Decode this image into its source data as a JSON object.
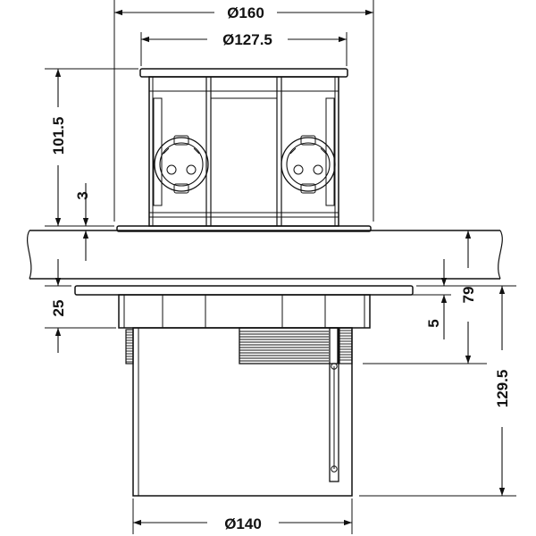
{
  "drawing": {
    "dimensions": {
      "top_outer_diameter": "Ø160",
      "top_inner_diameter": "Ø127.5",
      "pop_up_height": "101.5",
      "rim_thickness": "3",
      "worktop_thickness": "25",
      "flange_thickness": "5",
      "body_depth": "79",
      "total_depth": "129.5",
      "base_diameter": "Ø140"
    }
  }
}
